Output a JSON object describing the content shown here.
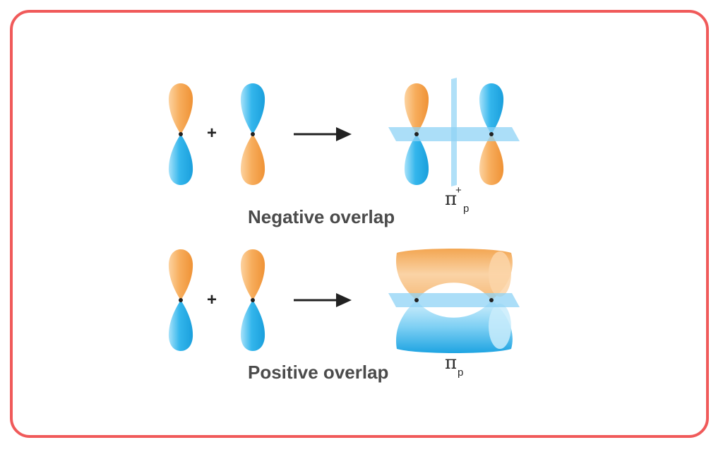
{
  "top_row": {
    "operator": "+",
    "caption": "Negative overlap",
    "orbital_symbol": "π",
    "symbol_superscript": "+",
    "symbol_subscript": "p"
  },
  "bottom_row": {
    "operator": "+",
    "caption": "Positive overlap",
    "orbital_symbol": "π",
    "symbol_subscript": "p"
  },
  "colors": {
    "frame": "#f05a5a",
    "orange_lobe": "#f5a24a",
    "blue_lobe": "#2ab0ea",
    "nodal_plane": "#8fd3f5"
  }
}
